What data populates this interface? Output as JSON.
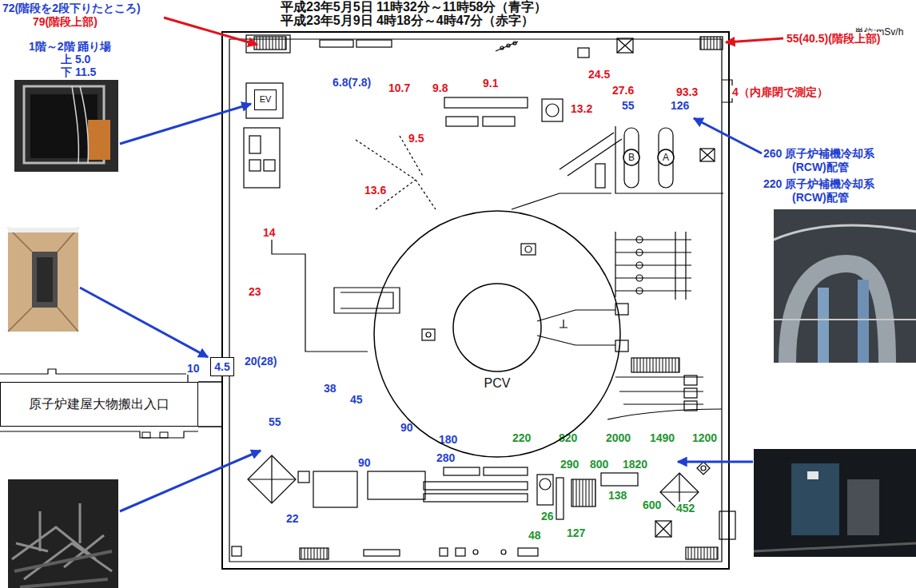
{
  "diagram": {
    "title": "平成23年5月5日 11時32分～11時58分（青字）",
    "nodes": [
      {
        "text": [
          "EV"
        ]
      },
      {
        "text": [
          "B"
        ]
      },
      {
        "text": [
          "A"
        ]
      },
      {
        "text": [
          "PCV"
        ]
      },
      {
        "text": [
          "4.5"
        ]
      },
      {
        "text": [
          "原子炉建屋大物搬出入口"
        ]
      }
    ],
    "labels": [
      "平成23年5月9日 4時18分～4時47分（赤字）",
      "単位:mSv/h",
      "72(階段を2段下りたところ)",
      "79(階段上部)",
      "55(40.5)(階段上部)",
      "1階～2階 踊り場",
      "上 5.0",
      "下 11.5",
      "6.8(7.8)",
      "10.7",
      "9.8",
      "9.1",
      "24.5",
      "27.6",
      "93.3",
      "4（内扉閉で測定）",
      "55",
      "126",
      "13.2",
      "9.5",
      "260 原子炉補機冷却系 (RCW)配管",
      "220 原子炉補機冷却系 (RCW)配管",
      "13.6",
      "14",
      "23",
      "10",
      "20(28)",
      "38",
      "45",
      "55",
      "90",
      "180",
      "220",
      "820",
      "2000",
      "1490",
      "1200",
      "90",
      "280",
      "290",
      "800",
      "1820",
      "138",
      "600",
      "452",
      "26",
      "22",
      "48",
      "127"
    ]
  }
}
